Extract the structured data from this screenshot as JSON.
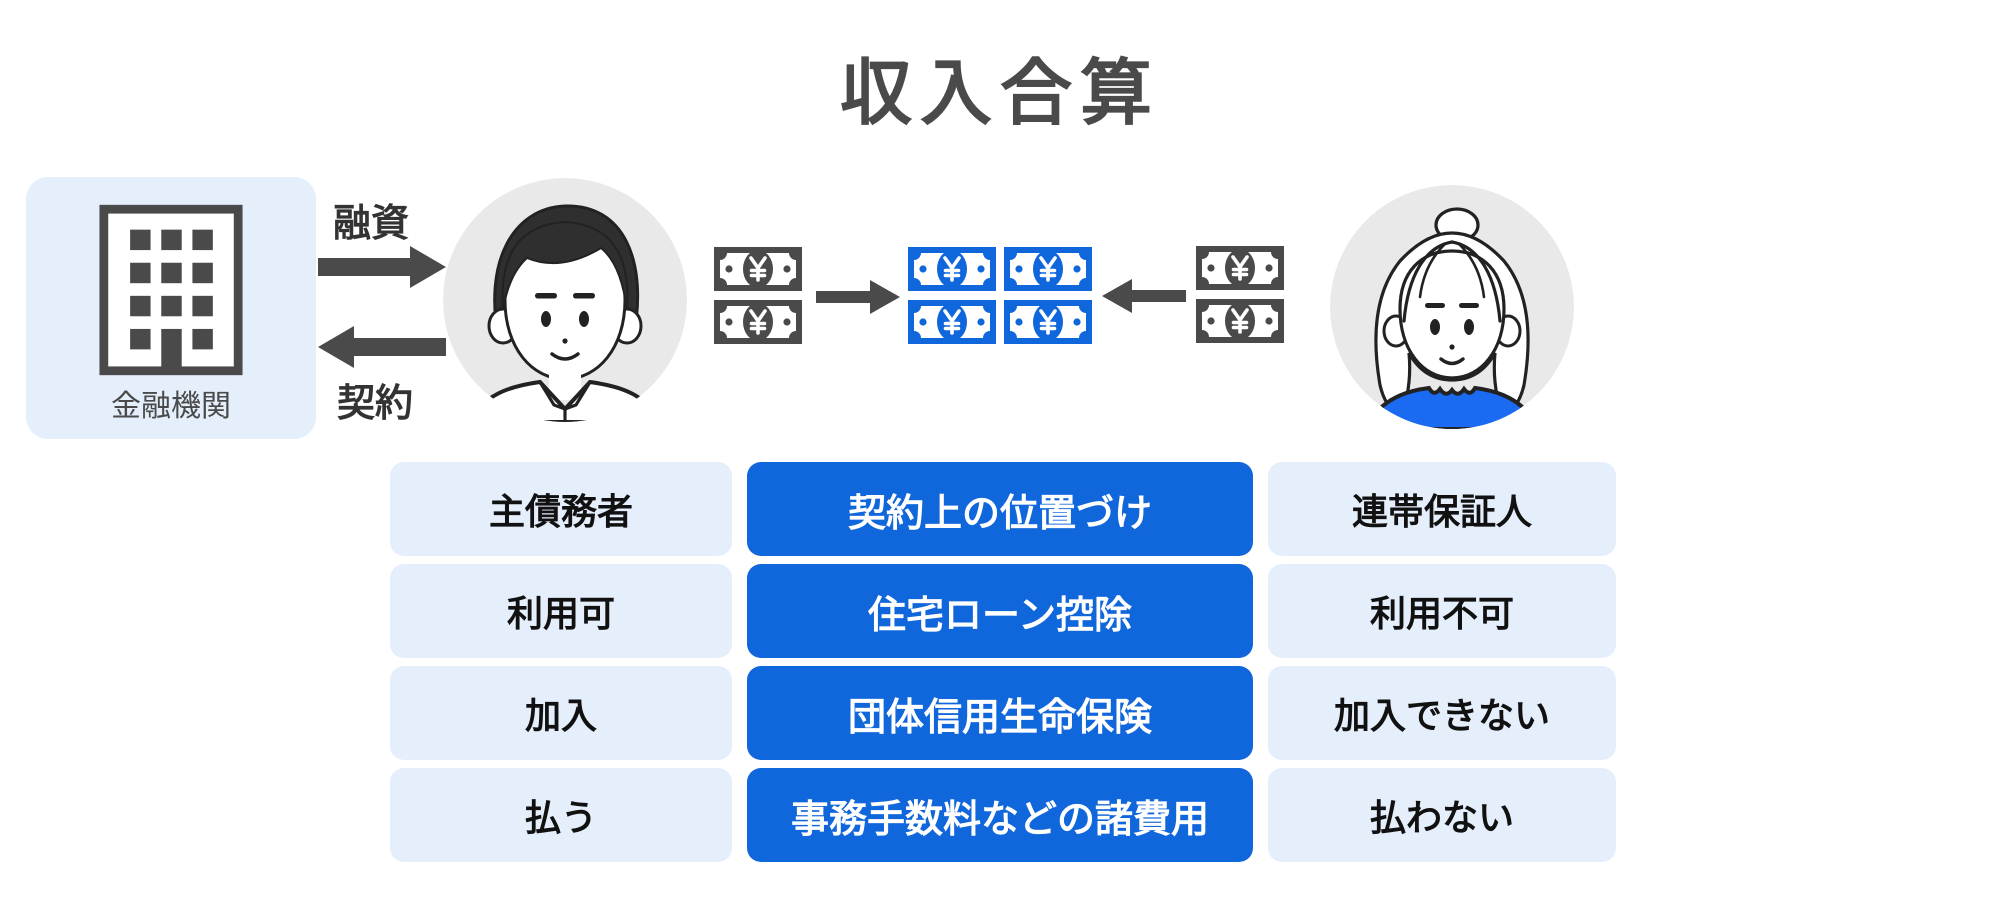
{
  "title": "収入合算",
  "bank": {
    "label": "金融機関",
    "icon": "building-icon"
  },
  "flows": {
    "loan_label": "融資",
    "contract_label": "契約",
    "loan_icon": "arrow-right-icon",
    "contract_icon": "arrow-left-icon"
  },
  "people": {
    "borrower_icon": "man-avatar-icon",
    "partner_icon": "woman-avatar-icon"
  },
  "money_flow": {
    "bill_icon": "yen-bill-icon",
    "borrower_bills": 2,
    "partner_bills": 2,
    "combined_bills": 4,
    "merge_left_icon": "arrow-right-icon",
    "merge_right_icon": "arrow-left-icon"
  },
  "table": {
    "rows": [
      {
        "left": "主債務者",
        "center": "契約上の位置づけ",
        "right": "連帯保証人"
      },
      {
        "left": "利用可",
        "center": "住宅ローン控除",
        "right": "利用不可"
      },
      {
        "left": "加入",
        "center": "団体信用生命保険",
        "right": "加入できない"
      },
      {
        "left": "払う",
        "center": "事務手数料などの諸費用",
        "right": "払わない"
      }
    ]
  },
  "colors": {
    "accent_blue": "#1066DB",
    "light_blue": "#E5EEFB",
    "dark_gray": "#4A4A4A",
    "sweater_blue": "#1A6BF2",
    "avatar_bg": "#E9E9E9"
  }
}
